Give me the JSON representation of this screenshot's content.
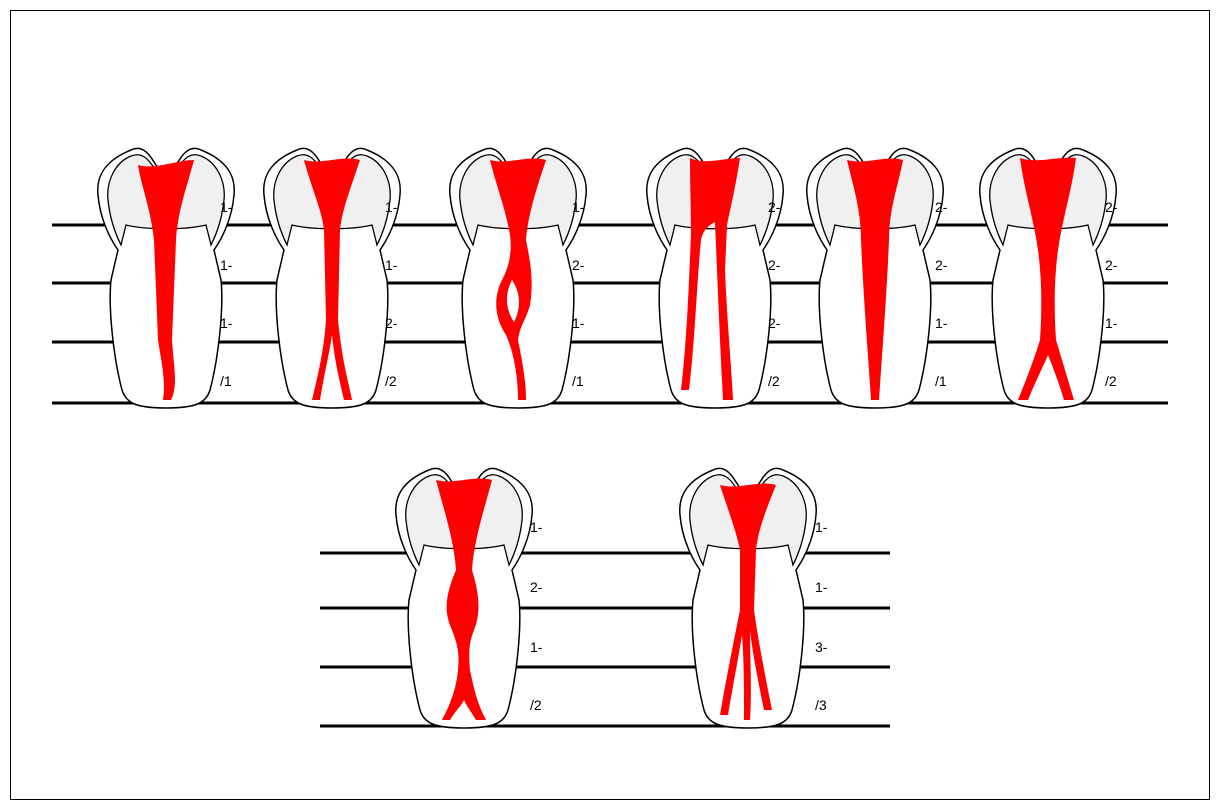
{
  "colors": {
    "canal": "#ff0000",
    "crown": "#f0f0f0",
    "root": "#ffffff",
    "outline": "#000000",
    "line": "#000000"
  },
  "teeth": [
    {
      "labels": [
        "1-",
        "1-",
        "1-",
        "/1"
      ]
    },
    {
      "labels": [
        "1-",
        "1-",
        "2-",
        "/2"
      ]
    },
    {
      "labels": [
        "1-",
        "2-",
        "1-",
        "/1"
      ]
    },
    {
      "labels": [
        "2-",
        "2-",
        "2-",
        "/2"
      ]
    },
    {
      "labels": [
        "2-",
        "2-",
        "1-",
        "/1"
      ]
    },
    {
      "labels": [
        "2-",
        "2-",
        "1-",
        "/2"
      ]
    },
    {
      "labels": [
        "1-",
        "2-",
        "1-",
        "/2"
      ]
    },
    {
      "labels": [
        "1-",
        "1-",
        "3-",
        "/3"
      ]
    }
  ]
}
